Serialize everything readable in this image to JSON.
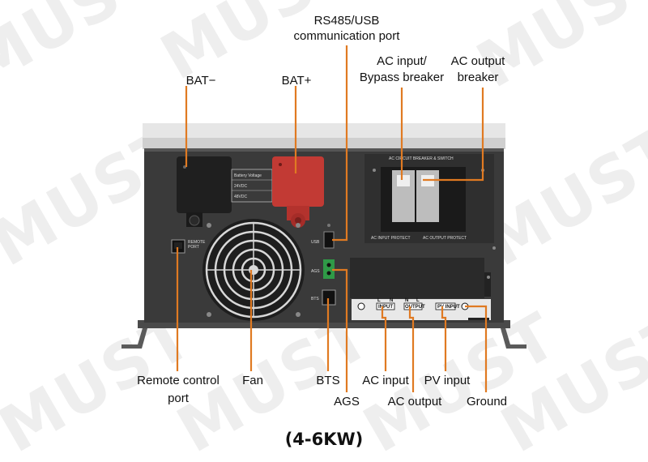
{
  "watermark": "MUST",
  "title": "(4-6KW)",
  "labels": {
    "rs485": [
      "RS485/USB",
      "communication port"
    ],
    "bat_minus": "BAT−",
    "bat_plus": "BAT+",
    "ac_input_breaker": [
      "AC input/",
      "Bypass breaker"
    ],
    "ac_output_breaker": [
      "AC output",
      "breaker"
    ],
    "remote_control": [
      "Remote control",
      "port"
    ],
    "fan": "Fan",
    "bts": "BTS",
    "ags": "AGS",
    "ac_input": "AC input",
    "ac_output": "AC output",
    "pv_input": "PV input",
    "ground": "Ground"
  },
  "panel": {
    "battery_table": [
      "Battery Voltage",
      "24VDC",
      "48VDC"
    ],
    "remote_port": [
      "REMOTE",
      "PORT"
    ],
    "usb": "USB",
    "ags": "AGS",
    "bts": "BTS",
    "breaker_header": "AC CIRCUIT BREAKER & SWITCH",
    "ac_input_protect": "AC INPUT PROTECT",
    "ac_output_protect": "AC OUTPUT PROTECT",
    "terminal_input": "INPUT",
    "terminal_output": "OUTPUT",
    "terminal_pv": "PV INPUT",
    "terminal_l": "L",
    "terminal_n": "N"
  },
  "colors": {
    "callout": "#e07a22",
    "panel": "#3a3a3a",
    "bat_plus": "#c23a34"
  }
}
